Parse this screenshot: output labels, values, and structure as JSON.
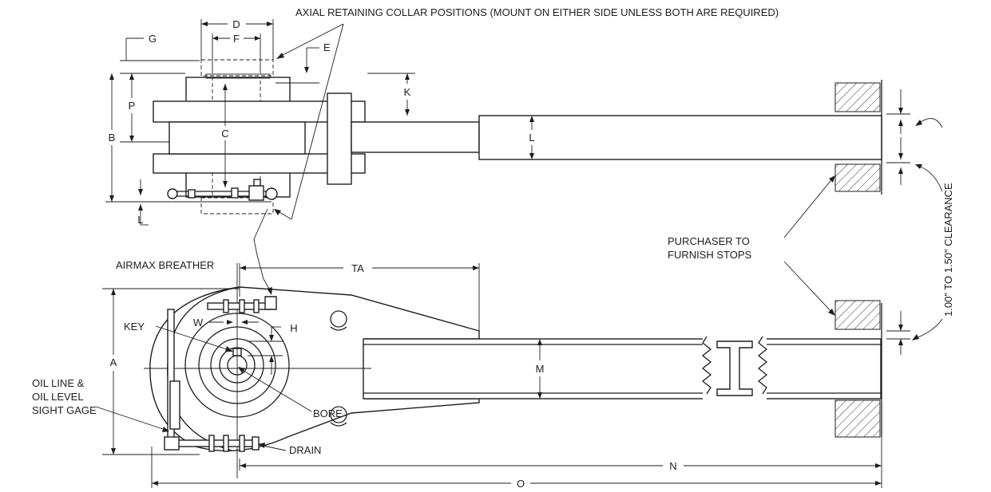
{
  "annotations": {
    "axial_collar": "AXIAL RETAINING COLLAR POSITIONS (MOUNT ON EITHER SIDE UNLESS BOTH ARE REQUIRED)",
    "airmax_breather": "AIRMAX BREATHER",
    "purchaser_line1": "PURCHASER TO",
    "purchaser_line2": "FURNISH STOPS",
    "clearance": "1.00\" TO 1.50\" CLEARANCE",
    "key": "KEY",
    "bore": "BORE",
    "drain": "DRAIN",
    "oil_line1": "OIL LINE &",
    "oil_line2": "OIL LEVEL",
    "oil_line3": "SIGHT GAGE"
  },
  "dimensions": {
    "A": "A",
    "B": "B",
    "C": "C",
    "D": "D",
    "E": "E",
    "F": "F",
    "G": "G",
    "H": "H",
    "K": "K",
    "L": "L",
    "M": "M",
    "N": "N",
    "O": "O",
    "P": "P",
    "TA": "TA",
    "W": "W",
    "J": "L"
  },
  "colors": {
    "line": "#1e1e1e",
    "background": "#ffffff"
  }
}
